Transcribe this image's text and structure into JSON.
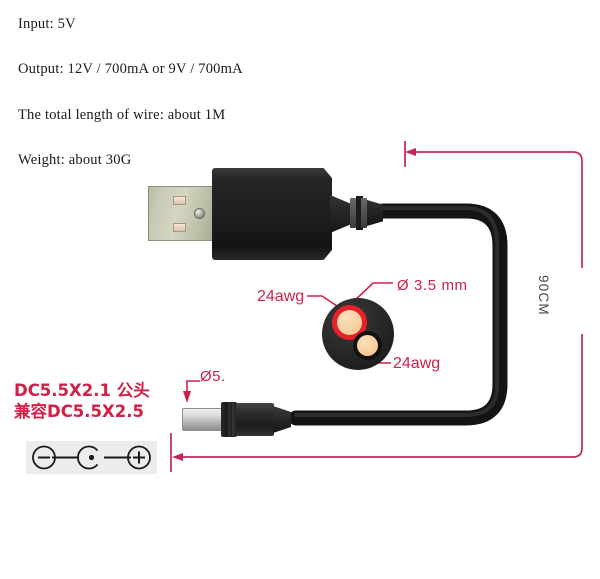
{
  "document": {
    "type": "product-spec-diagram",
    "subject": "USB to DC 5.5x2.1 step-up power cable",
    "background_color": "#ffffff"
  },
  "specs": [
    {
      "label": "Input: 5V"
    },
    {
      "label": "Output: 12V / 700mA or 9V / 700mA"
    },
    {
      "label": "The total length of wire: about 1M"
    },
    {
      "label": "Weight: about 30G"
    }
  ],
  "annotations": {
    "diameter_outer": "Ø 3.5 mm",
    "awg_left": "24awg",
    "awg_right": "24awg",
    "plug_diameter": "Ø5.",
    "total_length": "90CM"
  },
  "connector_label": {
    "line1": "DC5.5X2.1 公头",
    "line2": "兼容DC5.5X2.5"
  },
  "polarity": {
    "negative": "−",
    "center": "C",
    "positive": "+"
  },
  "colors": {
    "annotation_red": "#cf2048",
    "label_red": "#d31f45",
    "dimension_line": "#c2265c",
    "wire_red_jacket": "#e52229",
    "wire_copper": "#f3c489",
    "cable_black": "#1d1d1d",
    "usb_metal": "#c9cbb6",
    "polarity_box": "#ececec",
    "text_black": "#1a1a1a"
  },
  "icons": {
    "usb_plug": "usb-a-connector-icon",
    "dc_plug": "dc-barrel-plug-icon",
    "cross_section": "cable-cross-section-icon",
    "polarity": "center-positive-polarity-icon",
    "arrow_top": "arrow-left-icon",
    "arrow_bottom": "arrow-left-icon",
    "leader_diameter": "leader-line-icon",
    "leader_awg_left": "leader-line-icon",
    "leader_awg_right": "leader-line-icon",
    "arrow_plug_diameter": "arrow-down-icon"
  }
}
